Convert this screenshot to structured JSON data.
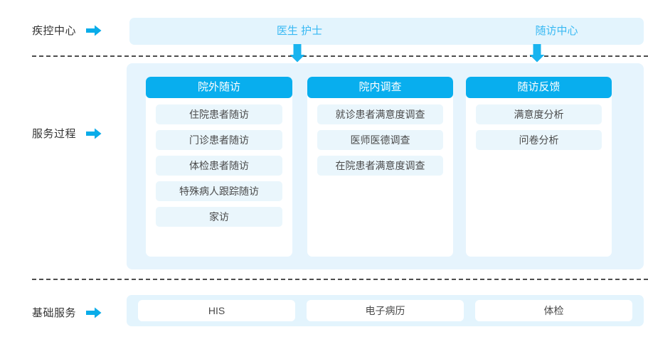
{
  "colors": {
    "accent_blue": "#08aeee",
    "band_bg": "#e3f4fd",
    "panel_bg": "#e6f4fd",
    "pill_bg": "#eaf6fc",
    "top_text_blue": "#38b9f3",
    "label_text": "#333333",
    "dashed_line": "#4d4d4d"
  },
  "rows": {
    "top": {
      "label": "疾控中心",
      "arrow_icon": "arrow-right-icon",
      "cells": [
        {
          "label": "医生 护士"
        },
        {
          "label": "随访中心"
        }
      ]
    },
    "middle": {
      "label": "服务过程",
      "arrow_icon": "arrow-right-icon",
      "columns": [
        {
          "header": "院外随访",
          "items": [
            "住院患者随访",
            "门诊患者随访",
            "体检患者随访",
            "特殊病人跟踪随访",
            "家访"
          ]
        },
        {
          "header": "院内调查",
          "items": [
            "就诊患者满意度调查",
            "医师医德调查",
            "在院患者满意度调查"
          ]
        },
        {
          "header": "随访反馈",
          "items": [
            "满意度分析",
            "问卷分析"
          ]
        }
      ]
    },
    "bottom": {
      "label": "基础服务",
      "arrow_icon": "arrow-right-icon",
      "items": [
        "HIS",
        "电子病历",
        "体检"
      ]
    }
  },
  "connectors": {
    "down_arrows": [
      {
        "name": "down-arrow-doctors-nurses"
      },
      {
        "name": "down-arrow-followup-center"
      }
    ]
  }
}
